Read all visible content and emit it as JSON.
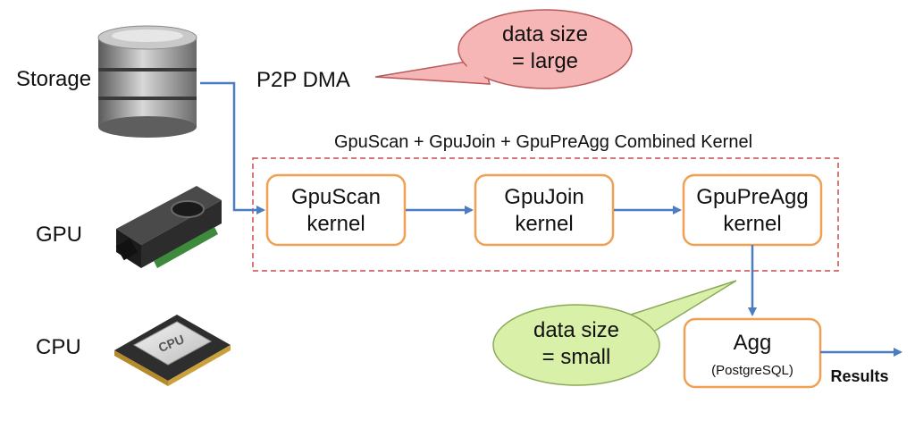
{
  "devices": {
    "storage": "Storage",
    "gpu": "GPU",
    "cpu": "CPU",
    "cpu_chip_text": "CPU"
  },
  "transfer_label": "P2P DMA",
  "combined_kernel_title": "GpuScan + GpuJoin + GpuPreAgg Combined Kernel",
  "kernels": [
    {
      "line1": "GpuScan",
      "line2": "kernel"
    },
    {
      "line1": "GpuJoin",
      "line2": "kernel"
    },
    {
      "line1": "GpuPreAgg",
      "line2": "kernel"
    }
  ],
  "agg": {
    "title": "Agg",
    "subtitle": "(PostgreSQL)"
  },
  "results_label": "Results",
  "callout_large": {
    "line1": "data size",
    "line2": "= large",
    "color": "#f7b6b6"
  },
  "callout_small": {
    "line1": "data size",
    "line2": "= small",
    "color": "#d9f0a8"
  },
  "colors": {
    "arrow": "#4a7ec0",
    "kernel_border": "#f0a050",
    "dashed_frame": "#d04a4a"
  }
}
